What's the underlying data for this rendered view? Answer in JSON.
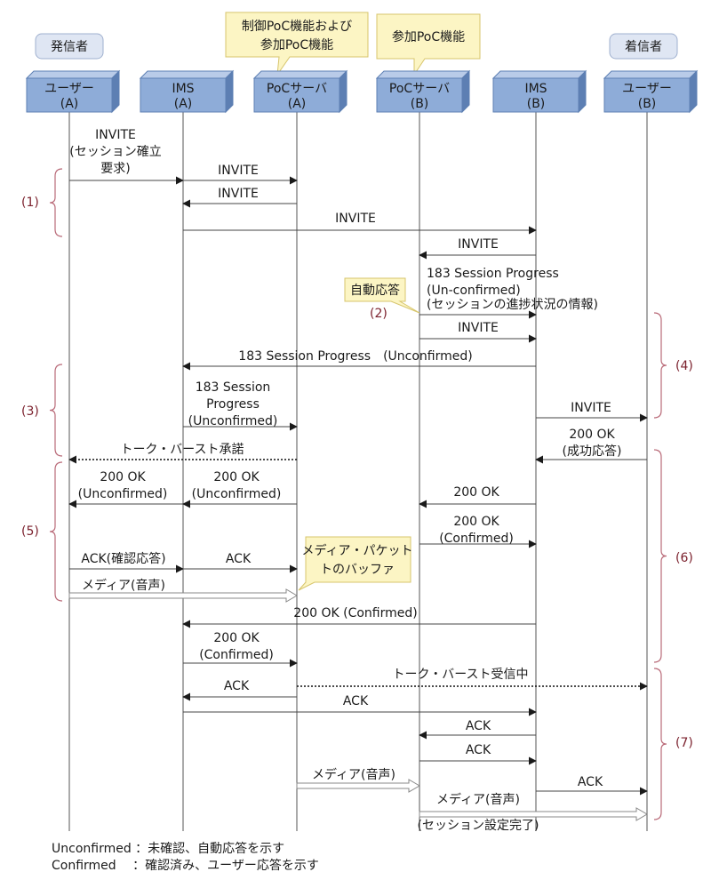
{
  "roles": {
    "caller": "発信者",
    "callee": "着信者"
  },
  "entities": [
    {
      "line1": "ユーザー",
      "line2": "(A)"
    },
    {
      "line1": "IMS",
      "line2": "(A)"
    },
    {
      "line1": "PoCサーバ",
      "line2": "(A)"
    },
    {
      "line1": "PoCサーバ",
      "line2": "(B)"
    },
    {
      "line1": "IMS",
      "line2": "(B)"
    },
    {
      "line1": "ユーザー",
      "line2": "(B)"
    }
  ],
  "callouts": {
    "control_poc": [
      "制御PoC機能および",
      "参加PoC機能"
    ],
    "participant_poc": [
      "参加PoC機能"
    ],
    "auto_answer": [
      "自動応答"
    ],
    "media_buffer": [
      "メディア・パケット",
      "トのバッファ"
    ]
  },
  "messages": [
    {
      "text": [
        "INVITE",
        "(セッション確立",
        "要求)"
      ]
    },
    {
      "text": [
        "INVITE"
      ]
    },
    {
      "text": [
        "INVITE"
      ]
    },
    {
      "text": [
        "INVITE"
      ]
    },
    {
      "text": [
        "INVITE"
      ]
    },
    {
      "text": [
        "183 Session Progress",
        "(Un-confirmed)",
        "(セッションの進捗状況の情報)"
      ]
    },
    {
      "text": [
        "INVITE"
      ]
    },
    {
      "text": [
        "183 Session Progress　(Unconfirmed)"
      ]
    },
    {
      "text": [
        "183 Session",
        "Progress",
        "(Unconfirmed)"
      ]
    },
    {
      "text": [
        "INVITE"
      ]
    },
    {
      "text": [
        "トーク・バースト承諾"
      ]
    },
    {
      "text": [
        "200 OK",
        "(成功応答)"
      ]
    },
    {
      "text": [
        "200 OK",
        "(Unconfirmed)"
      ]
    },
    {
      "text": [
        "200 OK",
        "(Unconfirmed)"
      ]
    },
    {
      "text": [
        "200 OK"
      ]
    },
    {
      "text": [
        "200 OK",
        "(Confirmed)"
      ]
    },
    {
      "text": [
        "ACK(確認応答)"
      ]
    },
    {
      "text": [
        "ACK"
      ]
    },
    {
      "text": [
        "メディア(音声)"
      ]
    },
    {
      "text": [
        "200 OK (Confirmed)"
      ]
    },
    {
      "text": [
        "200 OK",
        "(Confirmed)"
      ]
    },
    {
      "text": [
        "ACK"
      ]
    },
    {
      "text": [
        "トーク・バースト受信中"
      ]
    },
    {
      "text": [
        "ACK"
      ]
    },
    {
      "text": [
        "ACK"
      ]
    },
    {
      "text": [
        "ACK"
      ]
    },
    {
      "text": [
        "メディア(音声)"
      ]
    },
    {
      "text": [
        "ACK"
      ]
    },
    {
      "text": [
        "メディア(音声)"
      ]
    },
    {
      "text": [
        "(セッション設定完了)"
      ]
    }
  ],
  "groups": [
    {
      "label": "(1)"
    },
    {
      "label": "(2)"
    },
    {
      "label": "(3)"
    },
    {
      "label": "(4)"
    },
    {
      "label": "(5)"
    },
    {
      "label": "(6)"
    },
    {
      "label": "(7)"
    }
  ],
  "legend": [
    "Unconfirmed ：未確認、自動応答を示す",
    "Confirmed　 ：確認済み、ユーザー応答を示す"
  ],
  "colors": {
    "entity_box": "#8eacd8",
    "entity_box_dark": "#5d7fb3",
    "role_box": "#dfe6f3",
    "callout_fill": "#fcf5c4",
    "callout_stroke": "#d7c56c",
    "group_label": "#7a1f2b",
    "bracket": "#b96a78",
    "arrow": "#1a1a1a"
  }
}
